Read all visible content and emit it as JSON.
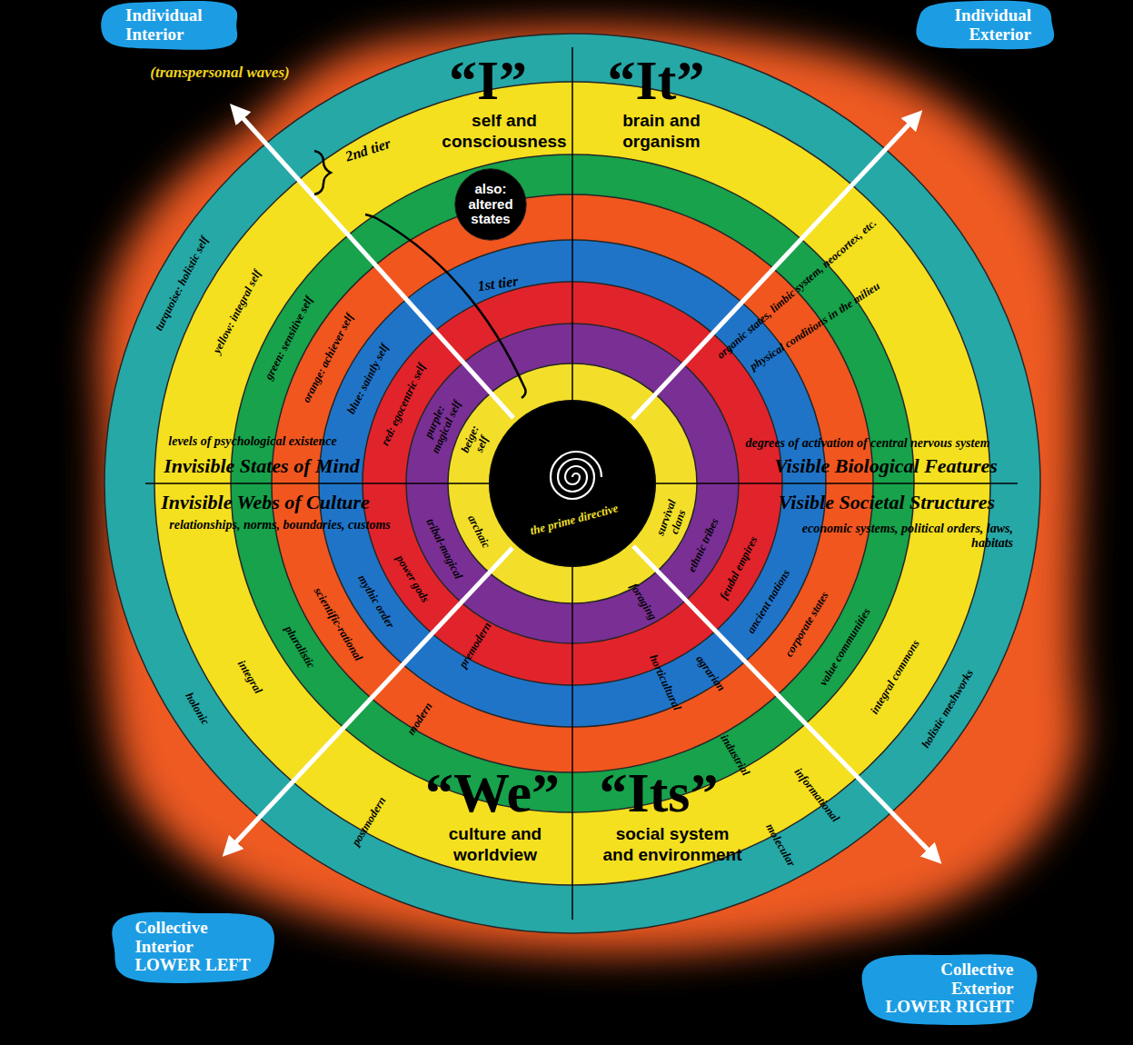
{
  "diagram": {
    "nodes": [
      {
        "text": [
          "Individual Interior"
        ]
      },
      {
        "text": [
          "Individual Exterior"
        ]
      },
      {
        "text": [
          "also: altered states"
        ]
      },
      {
        "text": [
          "the prime directive"
        ]
      },
      {
        "text": [
          "Collective Interior",
          "LOWER LEFT"
        ]
      },
      {
        "text": [
          "Collective Exterior",
          "LOWER RIGHT"
        ]
      }
    ],
    "labels": [
      "(transpersonal waves)",
      "“I”",
      "self and consciousness",
      "“It”",
      "brain and organism",
      "2nd tier",
      "1st tier",
      "turquoise: holistic self",
      "yellow: integral self",
      "green: sensitive self",
      "orange: achiever self",
      "blue: saintly self",
      "red: egocentric self",
      "purple: magical self",
      "beige: self",
      "organic states, limbic system, neocortex, etc.",
      "physical conditions in the milieu",
      "levels of psychological existence",
      "Invisible States of Mind",
      "degrees of activation of central nervous system",
      "Visible Biological Features",
      "Invisible Webs of Culture",
      "relationships, norms, boundaries, customs",
      "Visible Societal Structures",
      "economic systems, political orders, laws, habitats",
      "archaic",
      "tribal-magical",
      "power gods",
      "mythic order",
      "scientific-rational",
      "pluralistic",
      "integral",
      "holonic",
      "premodern",
      "modern",
      "postmodern",
      "“We”",
      "culture and worldview",
      "“Its”",
      "social system and environment",
      "survival clans",
      "ethnic tribes",
      "feudal empires",
      "ancient nations",
      "corporate states",
      "value communities",
      "integral commons",
      "holistic meshworks",
      "foraging",
      "horticultural",
      "agrarian",
      "industrial",
      "informational",
      "molecular"
    ]
  }
}
